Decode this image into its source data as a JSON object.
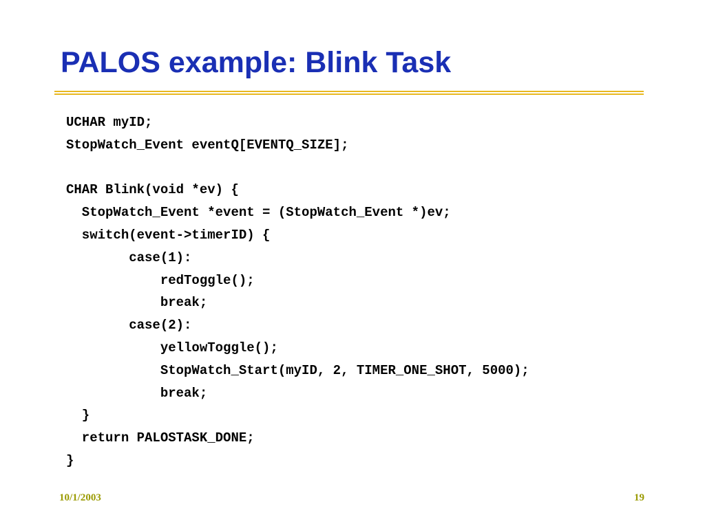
{
  "slide": {
    "title": "PALOS example: Blink Task",
    "code_lines": [
      "UCHAR myID;",
      "StopWatch_Event eventQ[EVENTQ_SIZE];",
      "",
      "CHAR Blink(void *ev) {",
      "  StopWatch_Event *event = (StopWatch_Event *)ev;",
      "  switch(event->timerID) {",
      "        case(1):",
      "            redToggle();",
      "            break;",
      "        case(2):",
      "            yellowToggle();",
      "            StopWatch_Start(myID, 2, TIMER_ONE_SHOT, 5000);",
      "            break;",
      "  }",
      "  return PALOSTASK_DONE;",
      "}"
    ]
  },
  "footer": {
    "date": "10/1/2003",
    "page_number": "19"
  },
  "colors": {
    "title": "#1a2fb4",
    "rule": "#e8b820",
    "footer": "#9a9a00",
    "code": "#000000"
  }
}
